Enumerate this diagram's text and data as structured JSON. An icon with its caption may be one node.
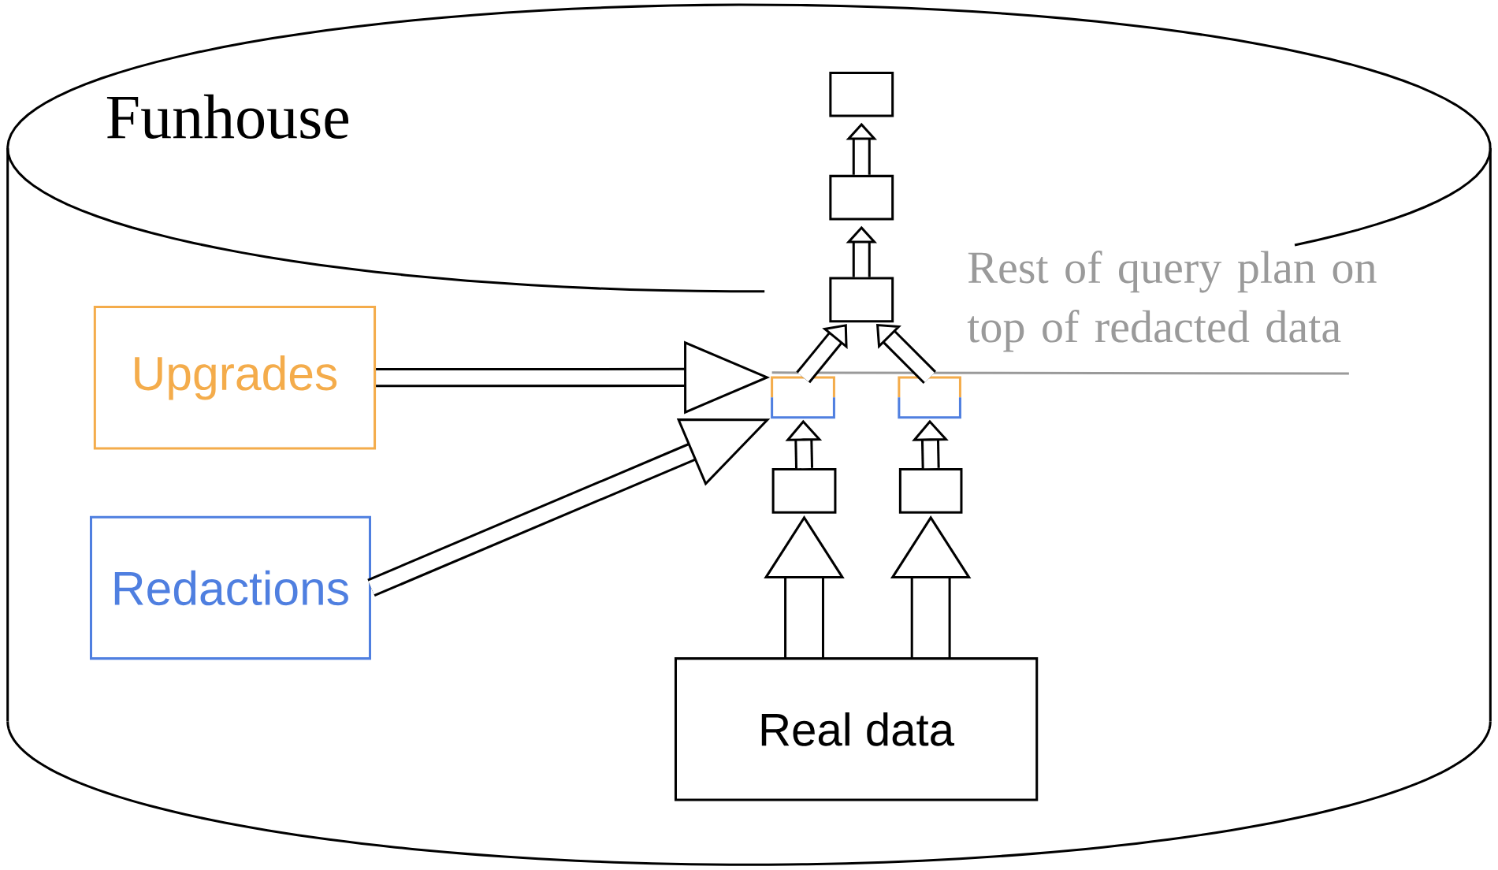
{
  "diagram": {
    "nodes": [
      {
        "text": [
          "Funhouse"
        ]
      },
      {
        "text": [],
        "shape": "box",
        "in": 0
      },
      {
        "text": [],
        "shape": "box",
        "in": 0
      },
      {
        "text": [],
        "shape": "box",
        "in": 0
      },
      {
        "text": [
          "Upgrades"
        ],
        "in": 0
      },
      {
        "text": [],
        "shape": "box",
        "in": 0
      },
      {
        "text": [],
        "shape": "box",
        "in": 0
      },
      {
        "text": [
          "Redactions"
        ],
        "in": 0
      },
      {
        "text": [],
        "shape": "box",
        "in": 0
      },
      {
        "text": [],
        "shape": "box",
        "in": 0
      },
      {
        "text": [
          "Real data"
        ],
        "in": 0
      }
    ],
    "edges": [
      {
        "from": 10,
        "to": 8,
        "arrow": "to",
        "style": "thick"
      },
      {
        "from": 10,
        "to": 9,
        "arrow": "to",
        "style": "thick"
      },
      {
        "from": 8,
        "to": 5,
        "arrow": "to"
      },
      {
        "from": 9,
        "to": 6,
        "arrow": "to"
      },
      {
        "from": 4,
        "to": 5,
        "arrow": "to"
      },
      {
        "from": 7,
        "to": 5,
        "arrow": "to"
      },
      {
        "from": 5,
        "to": 3,
        "arrow": "to"
      },
      {
        "from": 6,
        "to": 3,
        "arrow": "to"
      },
      {
        "from": 3,
        "to": 2,
        "arrow": "to"
      },
      {
        "from": 2,
        "to": 1,
        "arrow": "to"
      }
    ],
    "labels": [
      "Rest of query plan on top of redacted data"
    ]
  }
}
